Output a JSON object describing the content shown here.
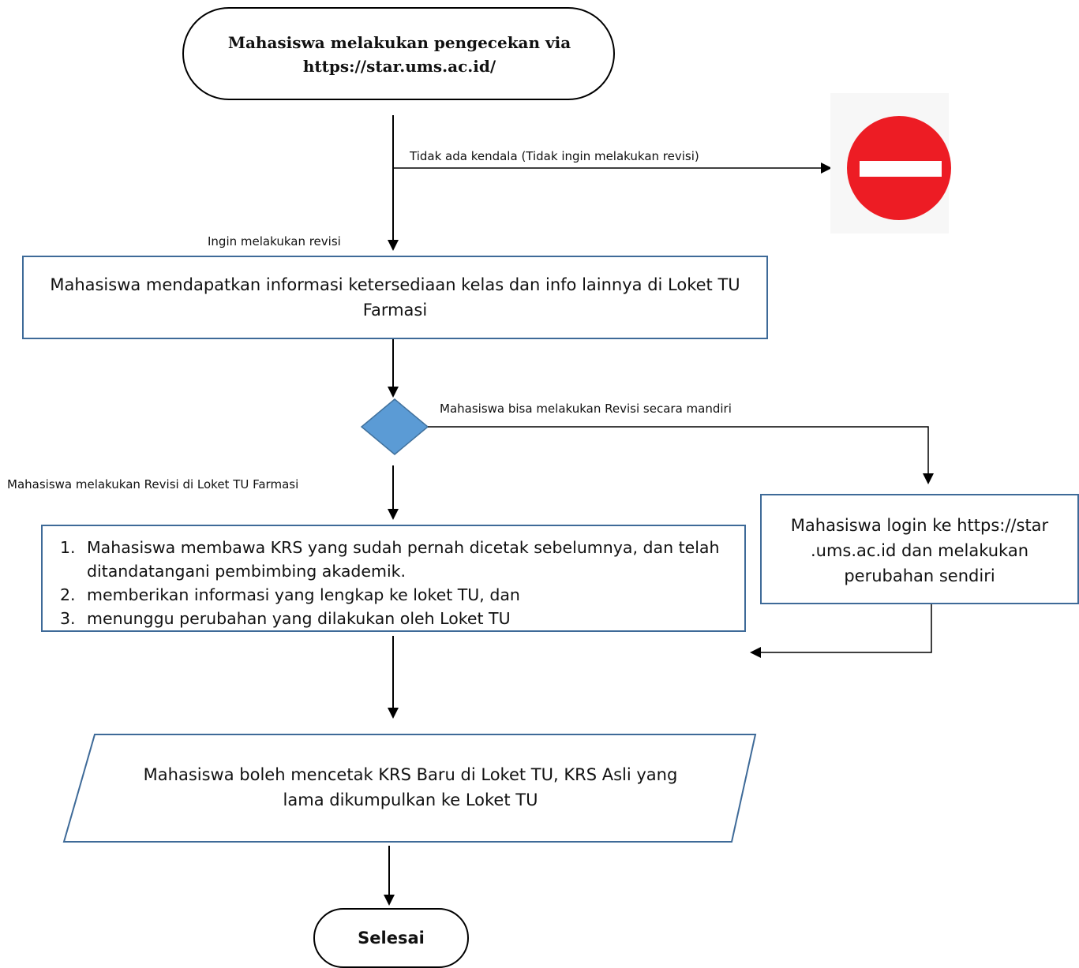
{
  "nodes": {
    "start": "Mahasiswa melakukan pengecekan via https://star.ums.ac.id/",
    "info": "Mahasiswa mendapatkan informasi ketersediaan kelas dan info lainnya di Loket TU Farmasi",
    "steps": [
      {
        "num": "1.",
        "text": "Mahasiswa membawa KRS yang sudah pernah dicetak sebelumnya, dan telah ditandatangani pembimbing akademik."
      },
      {
        "num": "2.",
        "text": "memberikan informasi yang lengkap ke loket TU, dan"
      },
      {
        "num": "3.",
        "text": "menunggu perubahan yang dilakukan oleh Loket TU"
      }
    ],
    "self_service": "Mahasiswa login ke https://star .ums.ac.id dan melakukan perubahan sendiri",
    "print": "Mahasiswa boleh mencetak KRS Baru di Loket TU, KRS Asli yang lama dikumpulkan ke Loket TU",
    "end": "Selesai"
  },
  "edges": {
    "no_issue": "Tidak ada kendala (Tidak ingin melakukan revisi)",
    "want_revision": "Ingin melakukan revisi",
    "self_revision": "Mahasiswa bisa melakukan Revisi secara mandiri",
    "office_revision": "Mahasiswa melakukan Revisi di Loket TU Farmasi"
  },
  "icons": {
    "stop": "no-entry-sign-icon"
  },
  "colors": {
    "box_border": "#3e6a98",
    "diamond_fill": "#5b9bd5",
    "stop_red": "#ed1c24",
    "line": "#000000"
  }
}
